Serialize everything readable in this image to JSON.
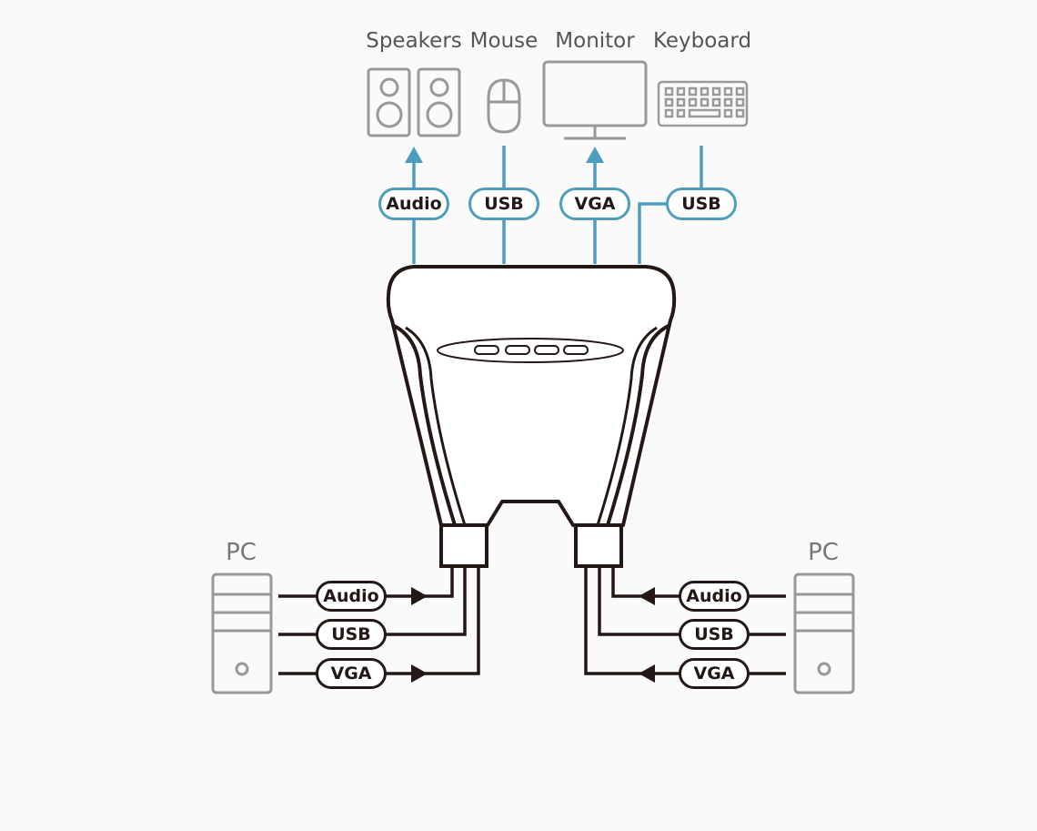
{
  "top_devices": [
    {
      "label": "Speakers",
      "icon": "speakers-icon"
    },
    {
      "label": "Mouse",
      "icon": "mouse-icon"
    },
    {
      "label": "Monitor",
      "icon": "monitor-icon"
    },
    {
      "label": "Keyboard",
      "icon": "keyboard-icon"
    }
  ],
  "top_connectors": [
    "Audio",
    "USB",
    "VGA",
    "USB"
  ],
  "left_pc": {
    "label": "PC",
    "connectors": [
      "Audio",
      "USB",
      "VGA"
    ]
  },
  "right_pc": {
    "label": "PC",
    "connectors": [
      "Audio",
      "USB",
      "VGA"
    ]
  },
  "colors": {
    "line_blue": "#4f9dbe",
    "line_dark": "#231815",
    "device_gray": "#999999",
    "background": "#fafafa"
  }
}
